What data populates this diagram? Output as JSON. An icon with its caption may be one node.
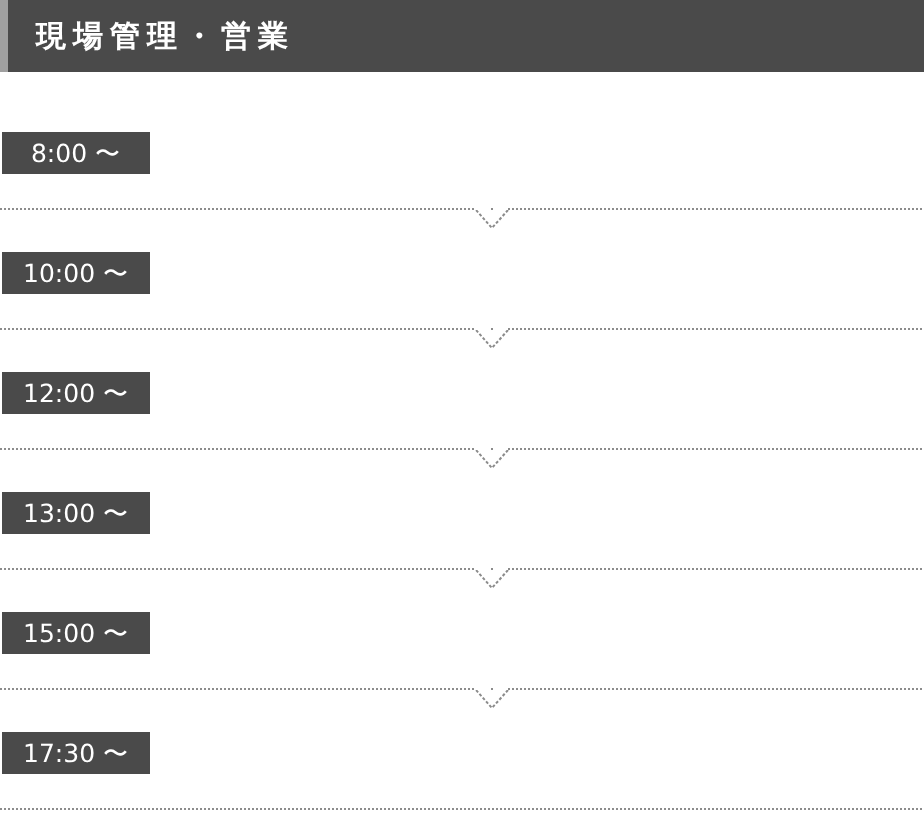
{
  "diagram": {
    "title": "現場管理・営業",
    "nodes": [
      {
        "text": [
          "8:00 〜"
        ]
      },
      {
        "text": [
          "10:00 〜"
        ]
      },
      {
        "text": [
          "12:00 〜"
        ]
      },
      {
        "text": [
          "13:00 〜"
        ]
      },
      {
        "text": [
          "15:00 〜"
        ]
      },
      {
        "text": [
          "17:30 〜"
        ]
      }
    ],
    "edges": [
      {
        "from": 0,
        "to": 1,
        "arrow": "to"
      },
      {
        "from": 1,
        "to": 2,
        "arrow": "to"
      },
      {
        "from": 2,
        "to": 3,
        "arrow": "to"
      },
      {
        "from": 3,
        "to": 4,
        "arrow": "to"
      },
      {
        "from": 4,
        "to": 5,
        "arrow": "to"
      }
    ]
  }
}
